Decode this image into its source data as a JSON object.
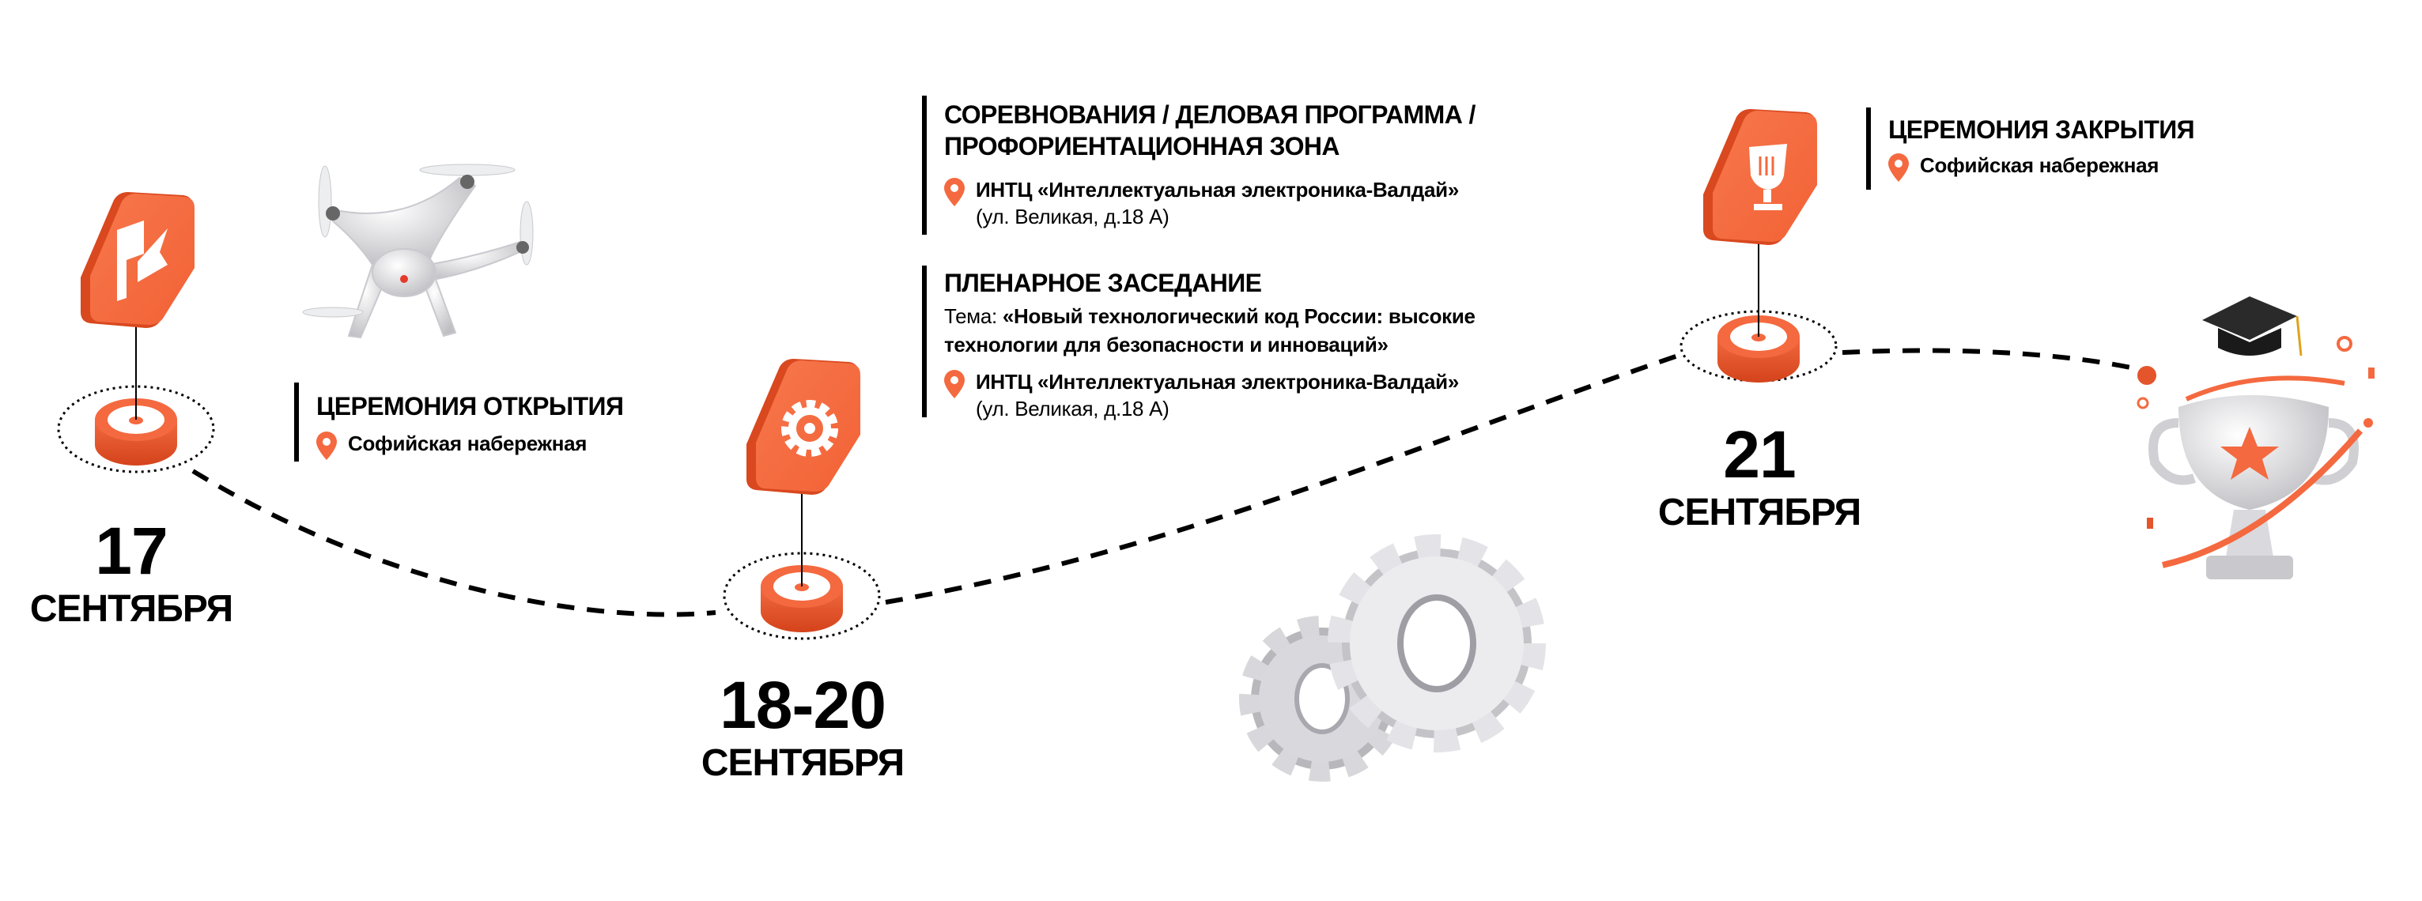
{
  "colors": {
    "accent": "#f4693f",
    "accent_dark": "#d9481f",
    "text": "#000000"
  },
  "milestones": [
    {
      "day": "17",
      "month": "СЕНТЯБРЯ",
      "icon": "flag-icon"
    },
    {
      "day": "18-20",
      "month": "СЕНТЯБРЯ",
      "icon": "gear-icon"
    },
    {
      "day": "21",
      "month": "СЕНТЯБРЯ",
      "icon": "trophy-icon"
    }
  ],
  "events": {
    "opening": {
      "title": "ЦЕРЕМОНИЯ ОТКРЫТИЯ",
      "location": "Софийская набережная"
    },
    "competitions": {
      "title_line1": "СОРЕВНОВАНИЯ / ДЕЛОВАЯ ПРОГРАММА /",
      "title_line2": "ПРОФОРИЕНТАЦИОННАЯ ЗОНА",
      "location": "ИНТЦ «Интеллектуальная электроника-Валдай»",
      "address": "(ул. Великая, д.18 А)"
    },
    "plenary": {
      "title": "ПЛЕНАРНОЕ ЗАСЕДАНИЕ",
      "theme_label": "Тема: ",
      "theme_line1": "«Новый технологический код России: высокие",
      "theme_line2": "технологии для безопасности и инноваций»",
      "location": "ИНТЦ «Интеллектуальная электроника-Валдай»",
      "address": "(ул. Великая, д.18 А)"
    },
    "closing": {
      "title": "ЦЕРЕМОНИЯ ЗАКРЫТИЯ",
      "location": "Софийская набережная"
    }
  }
}
